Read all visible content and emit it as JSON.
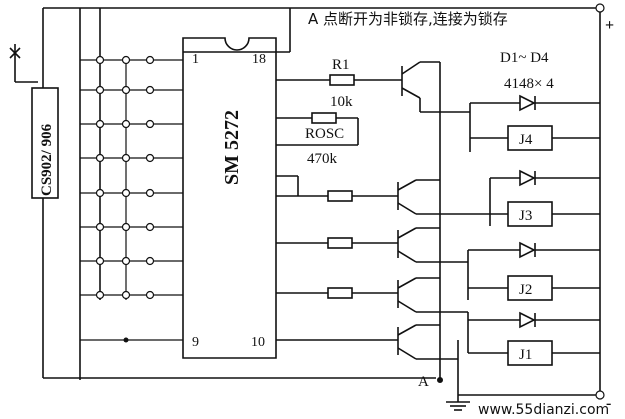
{
  "note": "A 点断开为非锁存,连接为锁存",
  "receiver_module": "CS902/ 906",
  "ic": {
    "name": "SM 5272",
    "pin1": "1",
    "pin9": "9",
    "pin10": "10",
    "pin18": "18"
  },
  "r1": {
    "name": "R1",
    "value": "10k"
  },
  "rosc": {
    "name": "ROSC",
    "value": "470k"
  },
  "diodes": {
    "name": "D1~ D4",
    "part": "4148× 4"
  },
  "relays": [
    "J4",
    "J3",
    "J2",
    "J1"
  ],
  "point_a": "A",
  "plus_label": "+",
  "minus_label": "-",
  "watermark": "www.55dianzi.com"
}
